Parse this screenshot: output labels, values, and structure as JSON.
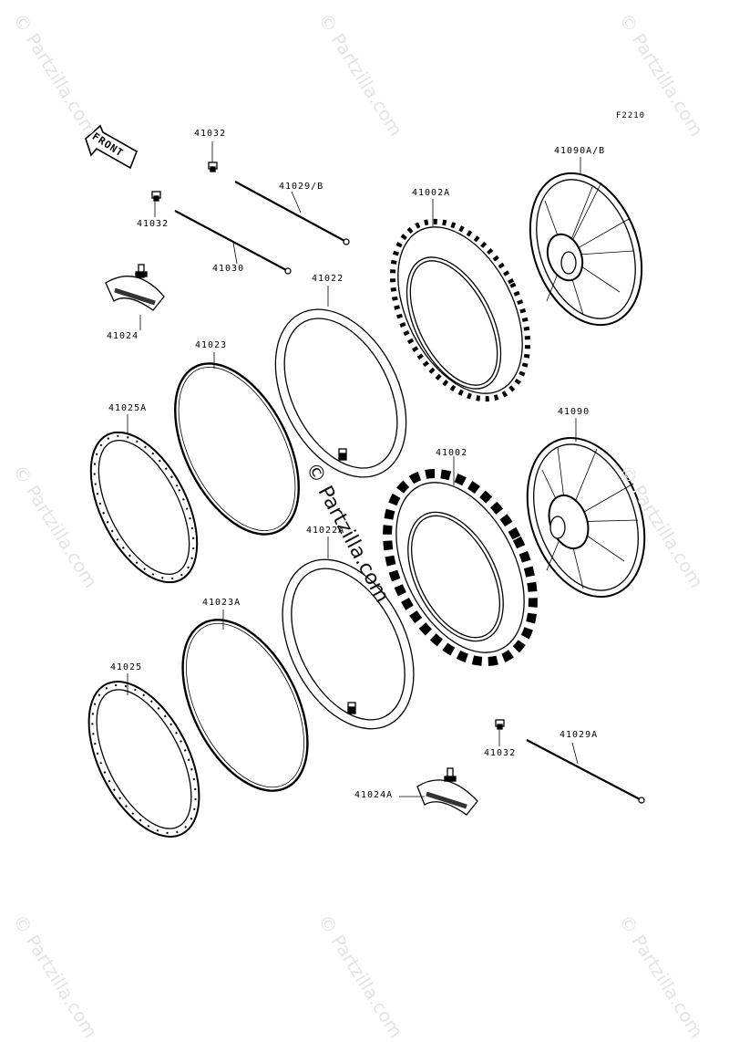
{
  "figure_code": "F2210",
  "direction_label": "FRONT",
  "watermark": "© Partzilla.com",
  "parts": [
    {
      "id": "p-41032-a",
      "label": "41032"
    },
    {
      "id": "p-41029b",
      "label": "41029/B"
    },
    {
      "id": "p-41032-b",
      "label": "41032"
    },
    {
      "id": "p-41030",
      "label": "41030"
    },
    {
      "id": "p-41024",
      "label": "41024"
    },
    {
      "id": "p-41022",
      "label": "41022"
    },
    {
      "id": "p-41002a",
      "label": "41002A"
    },
    {
      "id": "p-41090ab",
      "label": "41090A/B"
    },
    {
      "id": "p-41023",
      "label": "41023"
    },
    {
      "id": "p-41025a",
      "label": "41025A"
    },
    {
      "id": "p-41002",
      "label": "41002"
    },
    {
      "id": "p-41090",
      "label": "41090"
    },
    {
      "id": "p-41022a",
      "label": "41022A"
    },
    {
      "id": "p-41023a",
      "label": "41023A"
    },
    {
      "id": "p-41025",
      "label": "41025"
    },
    {
      "id": "p-41029a",
      "label": "41029A"
    },
    {
      "id": "p-41032-c",
      "label": "41032"
    },
    {
      "id": "p-41024a",
      "label": "41024A"
    }
  ]
}
